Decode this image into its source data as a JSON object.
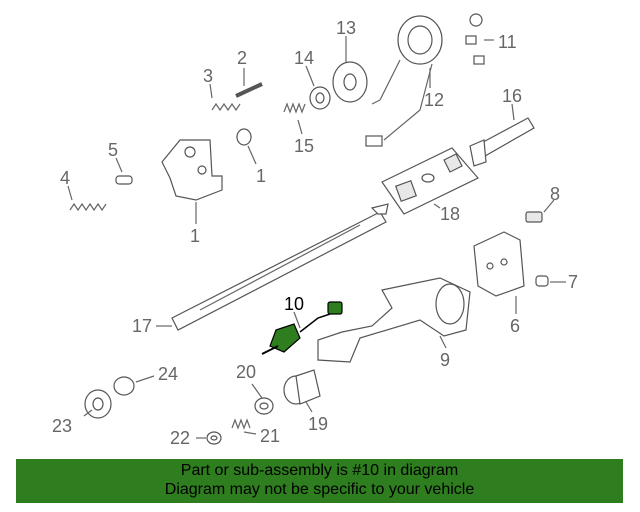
{
  "callouts": {
    "c1a": "1",
    "c1b": "1",
    "c2": "2",
    "c3": "3",
    "c4": "4",
    "c5": "5",
    "c6": "6",
    "c7": "7",
    "c8": "8",
    "c9": "9",
    "c10": "10",
    "c11": "11",
    "c12": "12",
    "c13": "13",
    "c14": "14",
    "c15": "15",
    "c16": "16",
    "c17": "17",
    "c18": "18",
    "c19": "19",
    "c20": "20",
    "c21": "21",
    "c22": "22",
    "c23": "23",
    "c24": "24"
  },
  "highlight": {
    "part_number": "10",
    "color": "#2e7d1e"
  },
  "banner": {
    "line1": "Part or sub-assembly is #10 in diagram",
    "line2": "Diagram may not be specific to your vehicle",
    "background": "#2e7d1e"
  }
}
